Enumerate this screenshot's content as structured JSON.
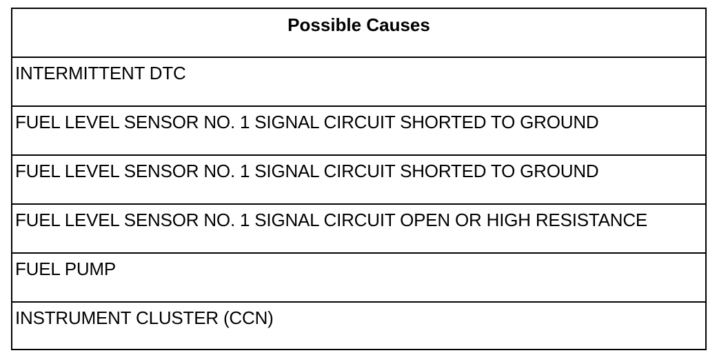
{
  "table": {
    "header": "Possible Causes",
    "rows": [
      "INTERMITTENT DTC",
      "FUEL LEVEL SENSOR NO. 1 SIGNAL CIRCUIT SHORTED TO GROUND",
      "FUEL LEVEL SENSOR NO. 1 SIGNAL CIRCUIT SHORTED TO GROUND",
      "FUEL LEVEL SENSOR NO. 1 SIGNAL CIRCUIT OPEN OR HIGH RESISTANCE",
      "FUEL PUMP",
      "INSTRUMENT CLUSTER (CCN)"
    ]
  }
}
